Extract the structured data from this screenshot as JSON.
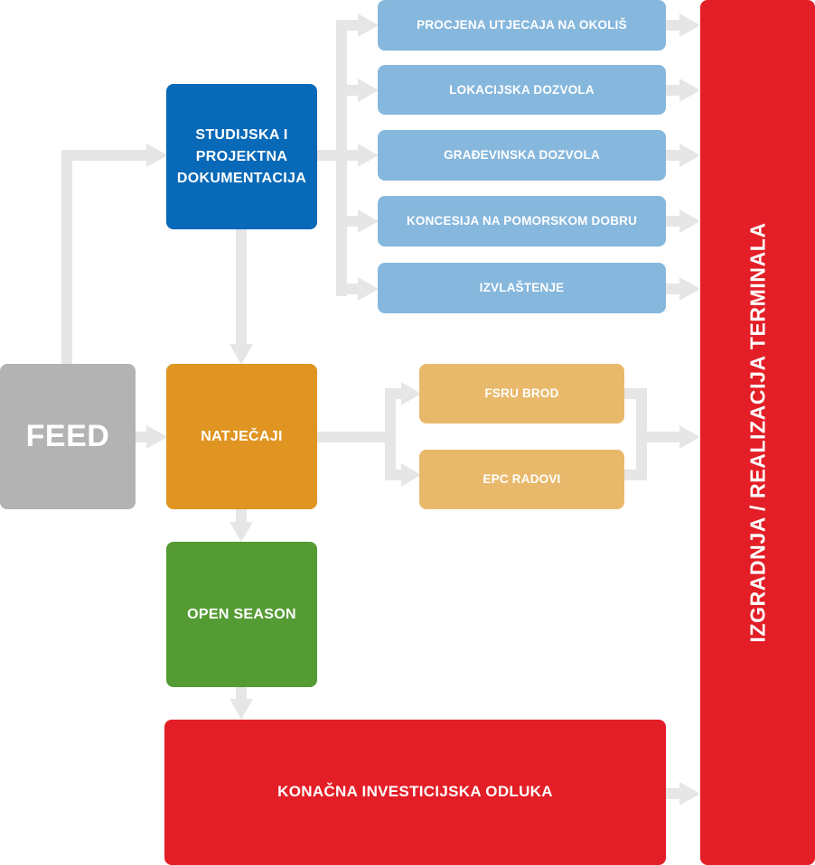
{
  "diagram": {
    "feed": "FEED",
    "studijska": [
      "STUDIJSKA I",
      "PROJEKTNA",
      "DOKUMENTACIJA"
    ],
    "permits": [
      "PROCJENA UTJECAJA NA OKOLIŠ",
      "LOKACIJSKA DOZVOLA",
      "GRAĐEVINSKA DOZVOLA",
      "KONCESIJA NA POMORSKOM DOBRU",
      "IZVLAŠTENJE"
    ],
    "natjecaji": "NATJEČAJI",
    "fsru": "FSRU BROD",
    "epc": "EPC RADOVI",
    "open_season": "OPEN SEASON",
    "fid": "KONAČNA INVESTICIJSKA ODLUKA",
    "construction": "IZGRADNJA / REALIZACIJA TERMINALA"
  },
  "colors": {
    "gray": "#b3b3b3",
    "blue": "#0769b7",
    "light_blue": "#86b7dd",
    "orange": "#e09522",
    "light_orange": "#e9b96b",
    "green": "#549b34",
    "red": "#e31e26",
    "arrow": "#e6e6e6"
  }
}
